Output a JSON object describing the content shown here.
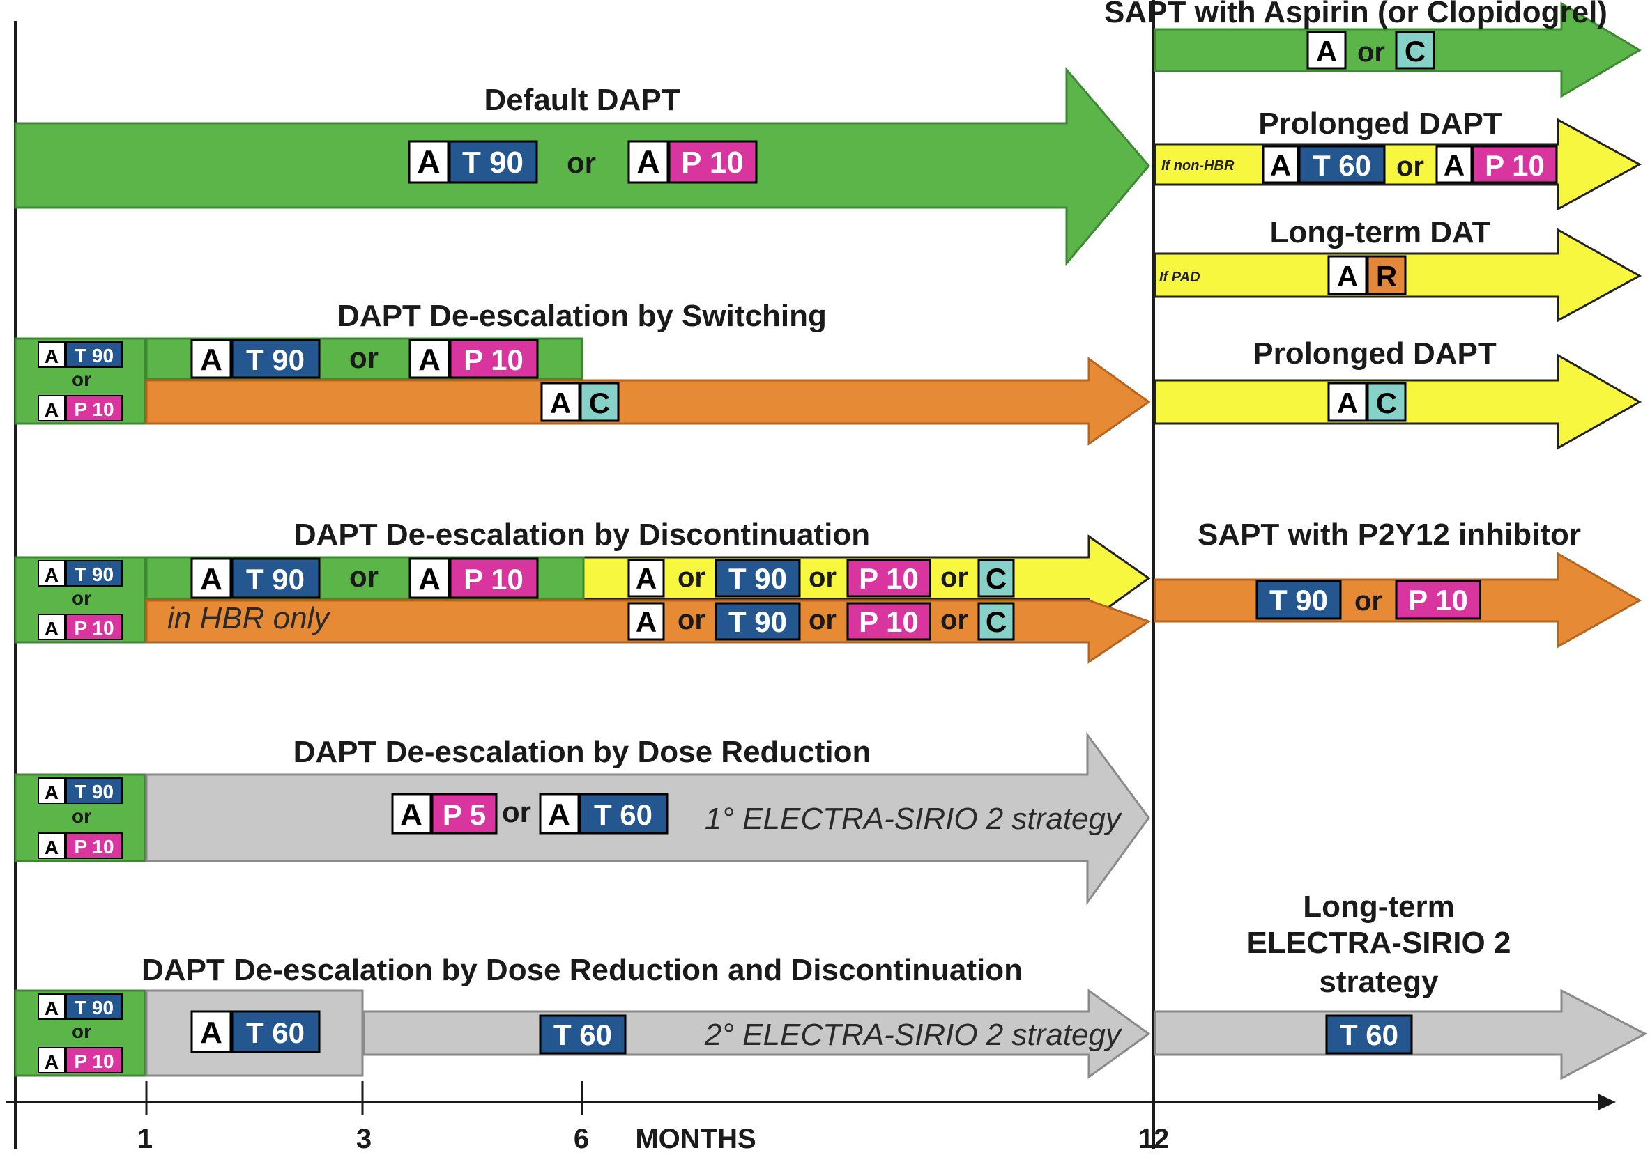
{
  "colors": {
    "green": "#5bb548",
    "orange": "#e68a36",
    "yellow": "#f7f740",
    "gray": "#c8c8c8",
    "aspirin_bg": "#ffffff",
    "ticagrelor_bg": "#24578f",
    "prasugrel_bg": "#d9359f",
    "clopidogrel_bg": "#86d2c8",
    "rivaroxaban_bg": "#e2883a"
  },
  "titles": {
    "default_dapt": "Default DAPT",
    "switching": "DAPT De-escalation by Switching",
    "discontinuation": "DAPT De-escalation by Discontinuation",
    "dose_reduction": "DAPT De-escalation by Dose Reduction",
    "dose_reduction_disc": "DAPT De-escalation by Dose Reduction and Discontinuation",
    "sapt_aspirin": "SAPT with Aspirin (or Clopidogrel)",
    "prolonged_dapt_1": "Prolonged DAPT",
    "long_term_dat": "Long-term DAT",
    "prolonged_dapt_2": "Prolonged DAPT",
    "sapt_p2y12": "SAPT with P2Y12  inhibitor",
    "long_term_electra_1": "Long-term",
    "long_term_electra_2": "ELECTRA-SIRIO 2",
    "long_term_electra_3": "strategy"
  },
  "badges": {
    "A": "A",
    "C": "C",
    "R": "R",
    "T90": "T 90",
    "T60": "T 60",
    "P10": "P 10",
    "P5": "P 5",
    "or": "or"
  },
  "notes": {
    "in_hbr_only": "in HBR only",
    "electra_1": "1° ELECTRA-SIRIO 2 strategy",
    "electra_2": "2° ELECTRA-SIRIO 2 strategy",
    "if_non_hbr": "If non-HBR",
    "if_pad": "If PAD"
  },
  "axis": {
    "ticks": [
      "1",
      "3",
      "6",
      "12"
    ],
    "label": "MONTHS"
  }
}
